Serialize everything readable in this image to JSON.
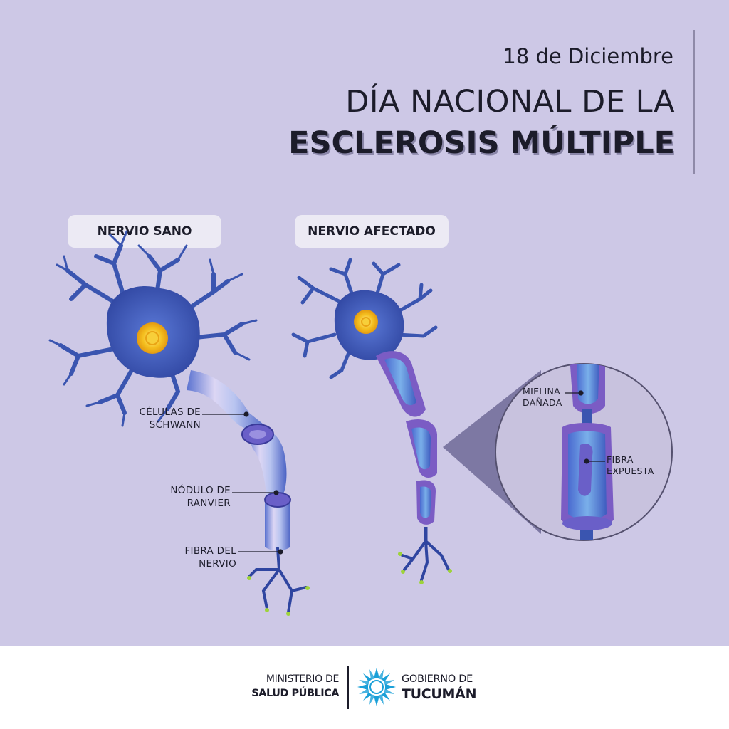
{
  "header": {
    "date": "18 de Diciembre",
    "title_line1": "DÍA NACIONAL DE LA",
    "title_line2": "ESCLEROSIS MÚLTIPLE"
  },
  "panels": {
    "healthy_label": "NERVIO SANO",
    "affected_label": "NERVIO AFECTADO"
  },
  "annotations": {
    "schwann": [
      "CÉLULAS DE",
      "SCHWANN"
    ],
    "ranvier": [
      "NÓDULO DE",
      "RANVIER"
    ],
    "fiber": [
      "FIBRA DEL",
      "NERVIO"
    ],
    "myelin": [
      "MIELINA",
      "DAÑADA"
    ],
    "exposed": [
      "FIBRA",
      "EXPUESTA"
    ]
  },
  "footer": {
    "ministry_line1": "MINISTERIO DE",
    "ministry_line2": "SALUD PÚBLICA",
    "gov_line1": "GOBIERNO DE",
    "gov_line2": "TUCUMÁN"
  },
  "colors": {
    "background": "#cdc8e6",
    "neuron_blue": "#3a55b0",
    "nucleus": "#f2b315",
    "sheath": "#8fa8e8",
    "damaged_myelin": "#7b5cc4",
    "text": "#1c1c2a"
  },
  "icons": {
    "logo": "tucuman-sun-logo-icon"
  }
}
